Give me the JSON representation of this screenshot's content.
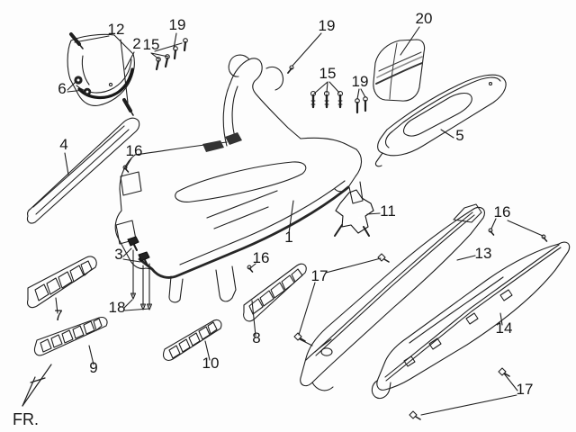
{
  "figure": {
    "direction_label": "FR."
  },
  "colors": {
    "line": "#1f1f1f",
    "dark_panel": "#585858",
    "bracket": "#262626",
    "tread_stripe": "#2e2e2e"
  },
  "callouts": [
    {
      "text": "12"
    },
    {
      "text": "2"
    },
    {
      "text": "15"
    },
    {
      "text": "19"
    },
    {
      "text": "19"
    },
    {
      "text": "20"
    },
    {
      "text": "6"
    },
    {
      "text": "4"
    },
    {
      "text": "16"
    },
    {
      "text": "15"
    },
    {
      "text": "19"
    },
    {
      "text": "5"
    },
    {
      "text": "11"
    },
    {
      "text": "16"
    },
    {
      "text": "1"
    },
    {
      "text": "16"
    },
    {
      "text": "13"
    },
    {
      "text": "3"
    },
    {
      "text": "17"
    },
    {
      "text": "7"
    },
    {
      "text": "18"
    },
    {
      "text": "8"
    },
    {
      "text": "9"
    },
    {
      "text": "10"
    },
    {
      "text": "14"
    },
    {
      "text": "17"
    },
    {
      "text": "FR."
    }
  ]
}
